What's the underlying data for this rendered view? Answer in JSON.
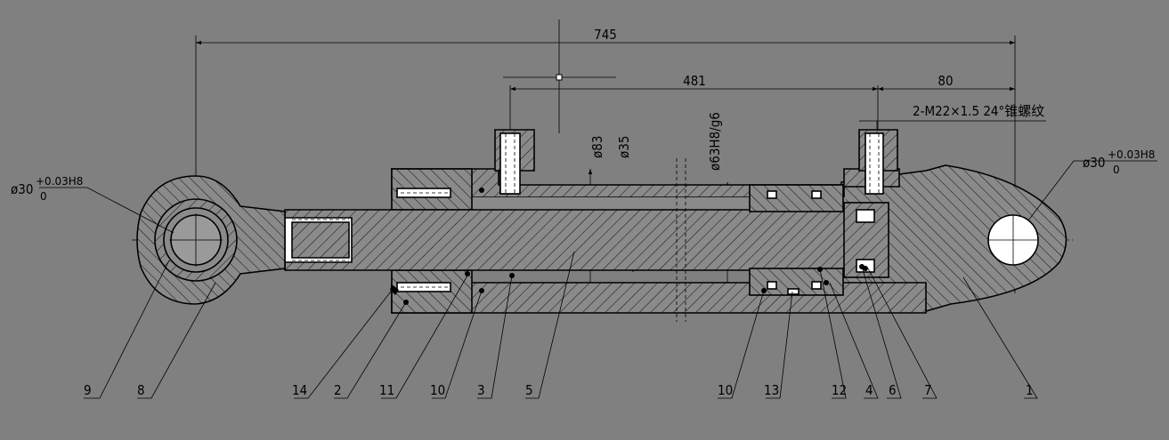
{
  "colors": {
    "background": "#808080",
    "line": "#000000",
    "section_void": "#ffffff"
  },
  "dimensions": {
    "overall_length": "745",
    "port_spacing": "481",
    "rear_length": "80",
    "bore_outer": "ø83",
    "rod_dia": "ø35",
    "bore_fit": "ø63H8/g6",
    "port_thread": "2-M22×1.5 24°锥螺纹"
  },
  "pin_bores": [
    {
      "side": "left",
      "main": "ø30",
      "upper": "+0.03H8",
      "lower": "0"
    },
    {
      "side": "right",
      "main": "ø30",
      "upper": "+0.03H8",
      "lower": "0"
    }
  ],
  "part_labels": [
    "9",
    "8",
    "14",
    "2",
    "11",
    "10",
    "3",
    "5",
    "10",
    "13",
    "12",
    "4",
    "6",
    "7",
    "1"
  ]
}
